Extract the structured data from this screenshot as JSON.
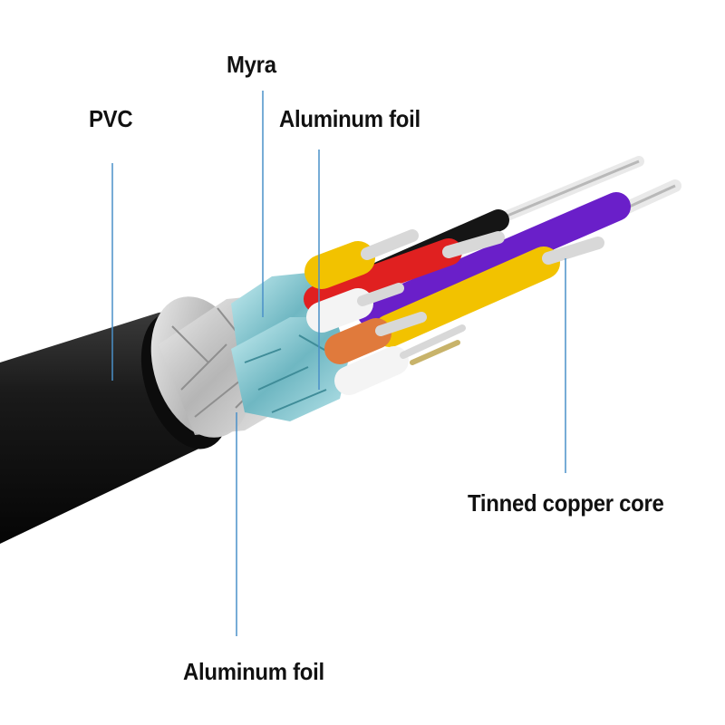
{
  "labels": {
    "pvc": "PVC",
    "myra": "Myra",
    "aluminum_foil_top": "Aluminum foil",
    "tinned_copper_core": "Tinned copper core",
    "aluminum_foil_bottom": "Aluminum foil"
  },
  "colors": {
    "leader_line": "#4a90c8",
    "jacket": "#141414",
    "braid": "#c9c9c9",
    "foil": "#9fd6dd",
    "wire_yellow": "#f2c200",
    "wire_red": "#e02020",
    "wire_black": "#151515",
    "wire_purple": "#6a1fc9",
    "wire_white": "#f4f4f4",
    "wire_orange": "#e07a3c",
    "copper": "#d8d8d8"
  }
}
